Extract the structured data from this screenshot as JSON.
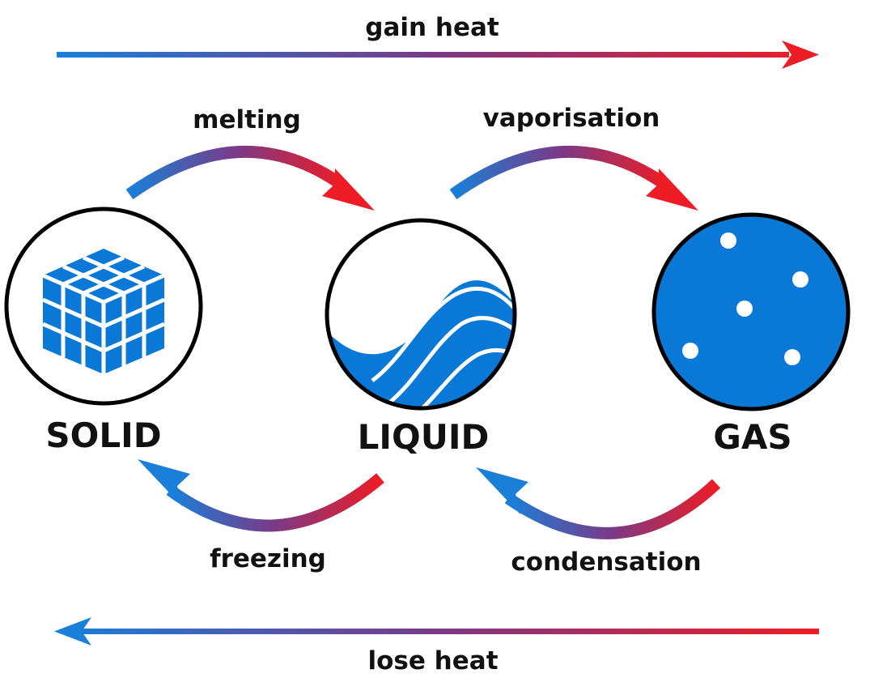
{
  "heat": {
    "gain_label": "gain heat",
    "lose_label": "lose heat"
  },
  "transitions": {
    "melting": "melting",
    "vaporisation": "vaporisation",
    "freezing": "freezing",
    "condensation": "condensation"
  },
  "states": {
    "solid": "SOLID",
    "liquid": "LIQUID",
    "gas": "GAS"
  },
  "colors": {
    "cold": "#1a7fd9",
    "mid": "#7a3a86",
    "hot": "#ee1c25",
    "fill_blue": "#0a78d6",
    "outline": "#000000",
    "text": "#111111"
  }
}
